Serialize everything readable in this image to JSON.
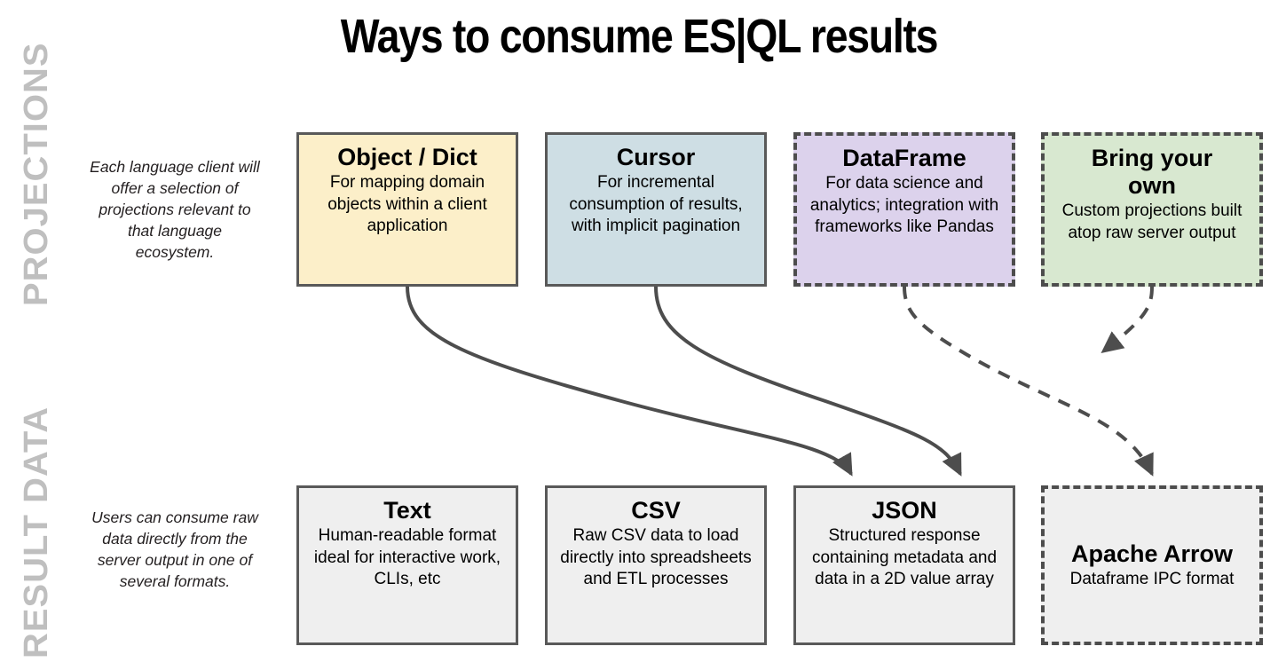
{
  "header": {
    "title": "Ways to consume ES|QL results"
  },
  "bands": [
    {
      "id": "projections",
      "label": "PROJECTIONS",
      "note": "Each language client will offer a selection of projections relevant to that language ecosystem."
    },
    {
      "id": "result-data",
      "label": "RESULT DATA",
      "note": "Users can consume raw data directly from the server output in one of several formats."
    }
  ],
  "projections": {
    "cards": [
      {
        "id": "object-dict",
        "title": "Object / Dict",
        "desc": "For mapping domain objects within a client application",
        "fill": "#FCEFC9",
        "border_style": "solid",
        "border_color": "#595959"
      },
      {
        "id": "cursor",
        "title": "Cursor",
        "desc": "For incremental consumption of results, with implicit pagination",
        "fill": "#CEDEE4",
        "border_style": "solid",
        "border_color": "#595959"
      },
      {
        "id": "dataframe",
        "title": "DataFrame",
        "desc": "For data science and analytics; integration with frameworks like Pandas",
        "fill": "#DCD2EC",
        "border_style": "dashed",
        "border_color": "#4D4D4D"
      },
      {
        "id": "bring-your-own",
        "title": "Bring your own",
        "desc": "Custom projections built atop raw server output",
        "fill": "#D8E8D0",
        "border_style": "dashed",
        "border_color": "#4D4D4D"
      }
    ]
  },
  "result_data": {
    "cards": [
      {
        "id": "text",
        "title": "Text",
        "desc": "Human-readable format ideal for interactive work, CLIs, etc",
        "fill": "#EFEFEF",
        "border_style": "solid",
        "border_color": "#595959"
      },
      {
        "id": "csv",
        "title": "CSV",
        "desc": "Raw CSV data to load directly into spreadsheets and ETL processes",
        "fill": "#EFEFEF",
        "border_style": "solid",
        "border_color": "#595959"
      },
      {
        "id": "json",
        "title": "JSON",
        "desc": "Structured response containing metadata and data in a 2D value array",
        "fill": "#EFEFEF",
        "border_style": "solid",
        "border_color": "#595959"
      },
      {
        "id": "apache-arrow",
        "title": "Apache Arrow",
        "desc": "Dataframe IPC format",
        "fill": "#EFEFEF",
        "border_style": "dashed",
        "border_color": "#4D4D4D"
      }
    ]
  },
  "connectors": [
    {
      "id": "object-dict-to-json",
      "from": "object-dict",
      "to": "json",
      "style": "solid"
    },
    {
      "id": "cursor-to-json",
      "from": "cursor",
      "to": "json",
      "style": "solid"
    },
    {
      "id": "dataframe-to-arrow",
      "from": "dataframe",
      "to": "apache-arrow",
      "style": "dashed"
    },
    {
      "id": "bring-your-own-to-arrow",
      "from": "bring-your-own",
      "to": "apache-arrow",
      "style": "dashed"
    }
  ],
  "colors": {
    "line": "#4D4D4D",
    "band_label": "#BFBFBF",
    "text": "#000000"
  }
}
